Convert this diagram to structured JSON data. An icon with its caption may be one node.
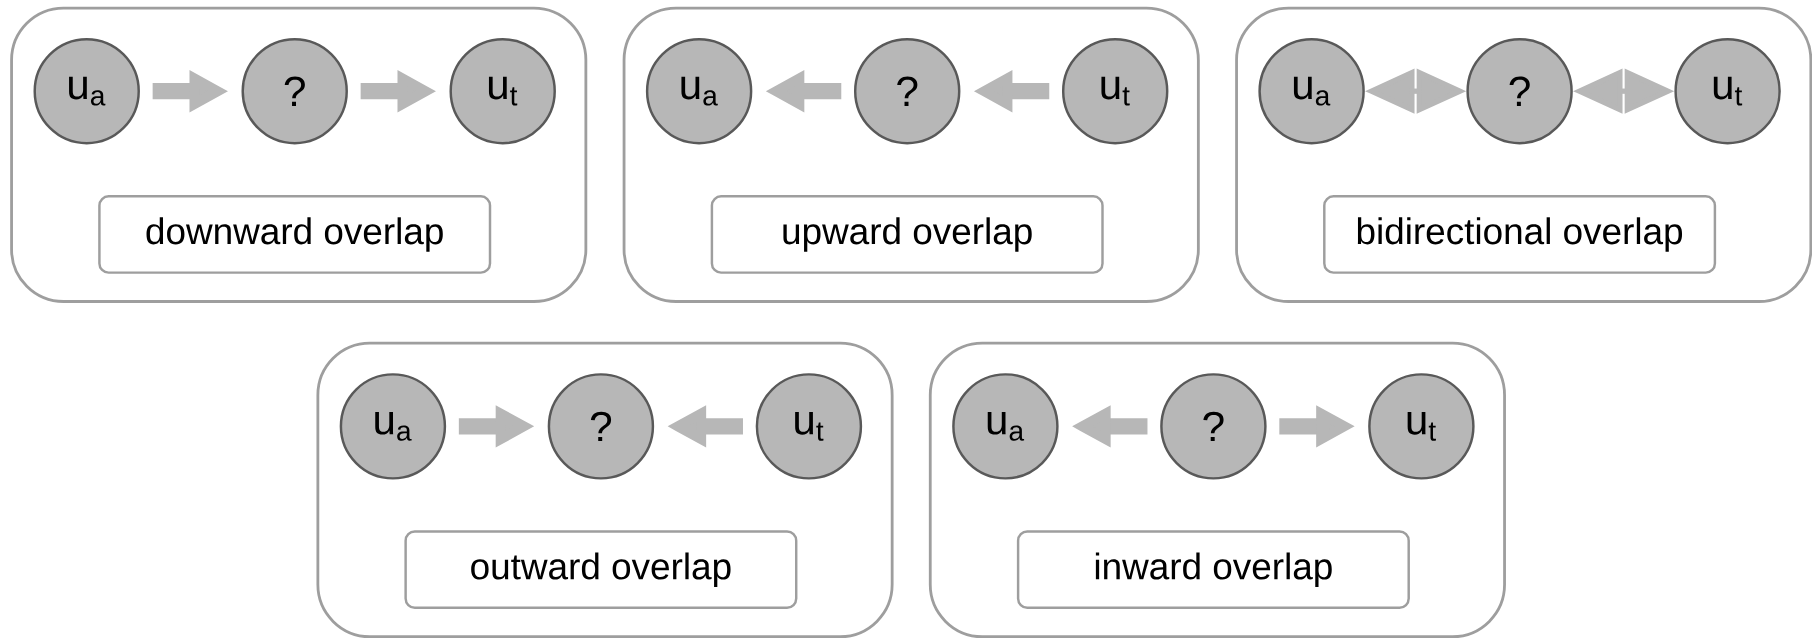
{
  "diagram": {
    "nodes": [
      {
        "text": [],
        "shape": "box"
      },
      {
        "text": [
          "u$_{a}$"
        ],
        "in": 0
      },
      {
        "text": [
          "?"
        ],
        "in": 0
      },
      {
        "text": [
          "u$_{t}$"
        ],
        "in": 0
      },
      {
        "text": [
          "downward overlap"
        ],
        "in": 0
      },
      {
        "text": [],
        "shape": "box"
      },
      {
        "text": [
          "u$_{a}$"
        ],
        "in": 5
      },
      {
        "text": [
          "?"
        ],
        "in": 5
      },
      {
        "text": [
          "u$_{t}$"
        ],
        "in": 5
      },
      {
        "text": [
          "upward overlap"
        ],
        "in": 5
      },
      {
        "text": [],
        "shape": "box"
      },
      {
        "text": [
          "u$_{a}$"
        ],
        "in": 10
      },
      {
        "text": [
          "?"
        ],
        "in": 10
      },
      {
        "text": [
          "u$_{t}$"
        ],
        "in": 10
      },
      {
        "text": [
          "bidirectional overlap"
        ],
        "in": 10
      },
      {
        "text": [],
        "shape": "box"
      },
      {
        "text": [
          "u$_{a}$"
        ],
        "in": 15
      },
      {
        "text": [
          "?"
        ],
        "in": 15
      },
      {
        "text": [
          "u$_{t}$"
        ],
        "in": 15
      },
      {
        "text": [
          "outward overlap"
        ],
        "in": 15
      },
      {
        "text": [],
        "shape": "box"
      },
      {
        "text": [
          "u$_{a}$"
        ],
        "in": 20
      },
      {
        "text": [
          "?"
        ],
        "in": 20
      },
      {
        "text": [
          "u$_{t}$"
        ],
        "in": 20
      },
      {
        "text": [
          "inward overlap"
        ],
        "in": 20
      }
    ],
    "edges": [
      {
        "from": 1,
        "to": 2,
        "arrow": "to"
      },
      {
        "from": 2,
        "to": 3,
        "arrow": "to"
      },
      {
        "from": 7,
        "to": 6,
        "arrow": "to"
      },
      {
        "from": 8,
        "to": 7,
        "arrow": "to"
      },
      {
        "from": 11,
        "to": 12,
        "arrow": "both"
      },
      {
        "from": 12,
        "to": 13,
        "arrow": "both"
      },
      {
        "from": 16,
        "to": 17,
        "arrow": "to"
      },
      {
        "from": 18,
        "to": 17,
        "arrow": "to"
      },
      {
        "from": 22,
        "to": 21,
        "arrow": "to"
      },
      {
        "from": 22,
        "to": 23,
        "arrow": "to"
      }
    ]
  }
}
